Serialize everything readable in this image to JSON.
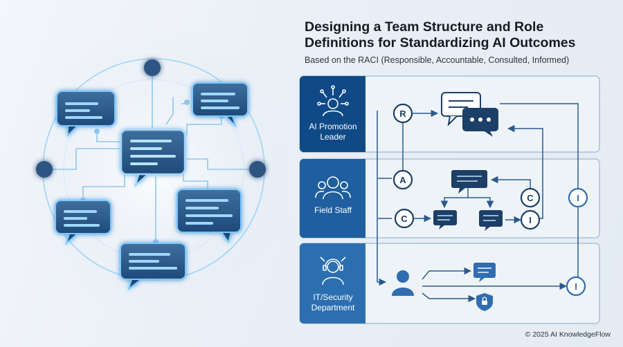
{
  "header": {
    "title_line1": "Designing a Team Structure and Role",
    "title_line2": "Definitions for Standardizing AI Outcomes",
    "subtitle": "Based on the RACI (Responsible, Accountable, Consulted, Informed)"
  },
  "roles": [
    {
      "line1": "AI Promotion",
      "line2": "Leader",
      "icon": "leader-person-icon"
    },
    {
      "line1": "Field Staff",
      "line2": "",
      "icon": "team-group-icon"
    },
    {
      "line1": "IT/Security",
      "line2": "Department",
      "icon": "headset-person-icon"
    }
  ],
  "raci": {
    "r": "R",
    "a": "A",
    "c1": "C",
    "c2": "C",
    "i1": "I",
    "i2": "I",
    "i3": "I"
  },
  "footer": {
    "credit": "© 2025 AI KnowledgeFlow"
  },
  "colors": {
    "navy": "#0f4a87",
    "dark": "#1c3f67",
    "line": "#2a5a8c",
    "glow": "#7cc7ff"
  }
}
